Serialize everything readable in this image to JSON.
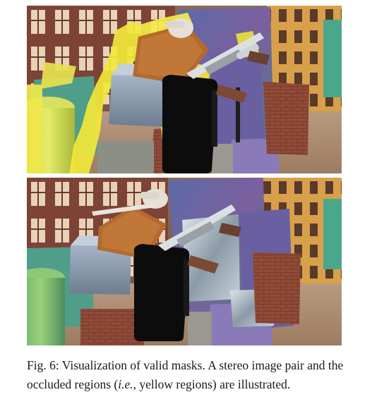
{
  "figure": {
    "caption": {
      "label": "Fig. 6:",
      "text_1": " Visualization of valid masks. A stereo image pair and the occluded regions (",
      "emphasis": "i.e.",
      "text_2": ", yellow regions) are illustrated."
    },
    "panels": [
      {
        "view": "left",
        "occlusion_mask_overlay": true,
        "mask_color": "#f2e83a"
      },
      {
        "view": "right",
        "occlusion_mask_overlay": false
      }
    ]
  }
}
